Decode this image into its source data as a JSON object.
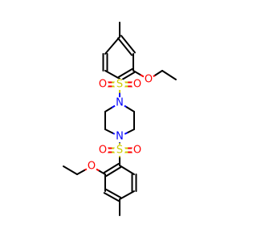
{
  "colors": {
    "carbon": "#000000",
    "oxygen": "#ff0000",
    "sulfur": "#cccc00",
    "nitrogen": "#0000ff"
  },
  "atoms": {
    "o_sulfonyl_top_left": "O",
    "s_top": "S",
    "o_sulfonyl_top_right": "O",
    "n_top": "N",
    "n_bottom": "N",
    "o_sulfonyl_bottom_left": "O",
    "s_bottom": "S",
    "o_sulfonyl_bottom_right": "O",
    "o_ether_top": "O",
    "o_ether_bottom": "O"
  }
}
